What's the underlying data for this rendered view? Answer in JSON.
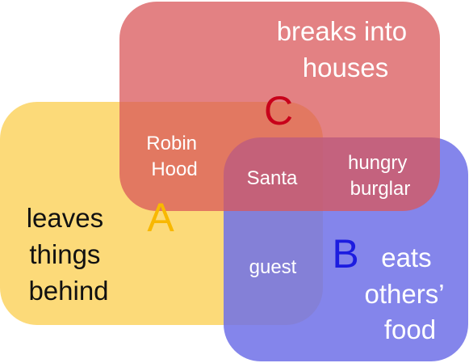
{
  "sets": {
    "a": {
      "letter": "A",
      "description": [
        "leaves",
        "things",
        "behind"
      ],
      "fill": "#fcd361",
      "letter_color": "#f8b800"
    },
    "b": {
      "letter": "B",
      "description": [
        "eats",
        "others’",
        "food"
      ],
      "fill": "#6f70e8",
      "letter_color": "#1c1ce0"
    },
    "c": {
      "letter": "C",
      "description": [
        "breaks into",
        "houses"
      ],
      "fill": "#d9575a",
      "letter_color": "#c8001a"
    }
  },
  "regions": {
    "a_and_c": [
      "Robin",
      "Hood"
    ],
    "a_b_c": [
      "Santa"
    ],
    "b_and_c": [
      "hungry",
      "burglar"
    ],
    "a_and_b": [
      "guest"
    ]
  },
  "colors": {
    "dark_text": "#111111",
    "light_text": "#ffffff"
  }
}
